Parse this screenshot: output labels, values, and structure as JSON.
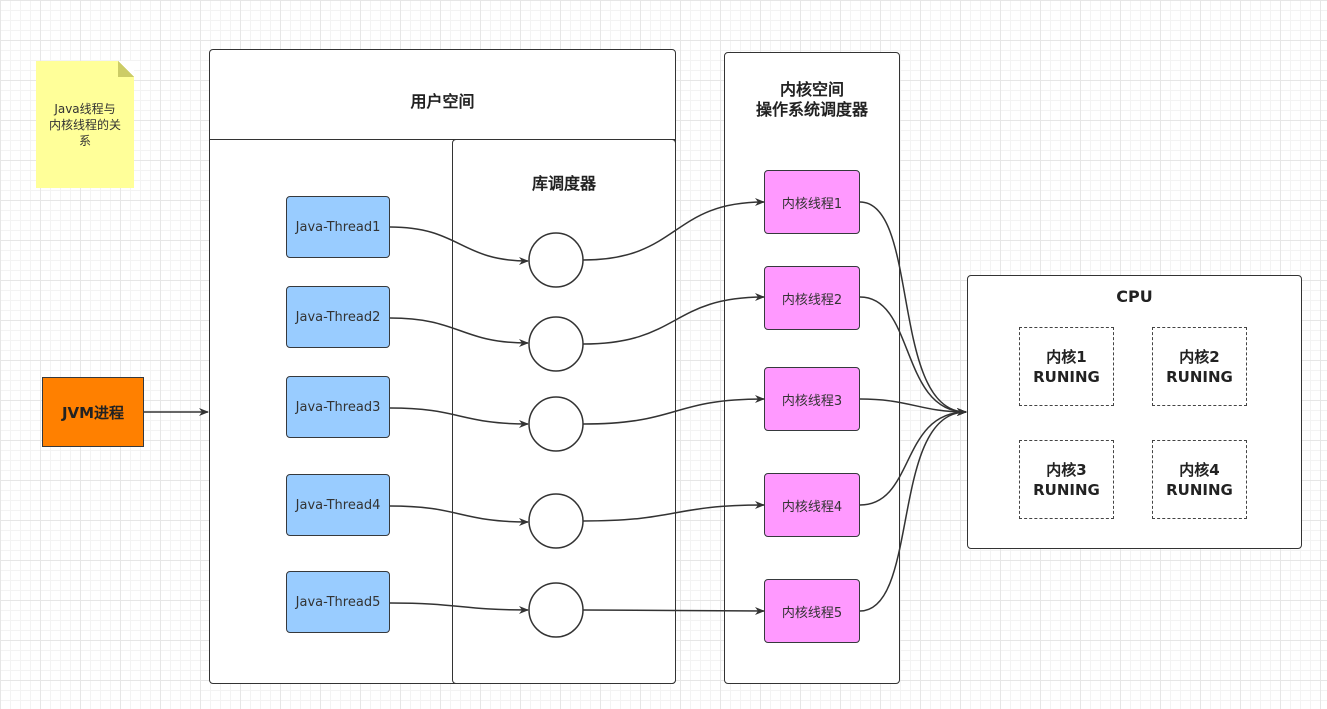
{
  "note": {
    "line1": "Java线程与",
    "line2": "内核线程的关",
    "line3": "系"
  },
  "jvm": {
    "label": "JVM进程"
  },
  "user_space": {
    "title": "用户空间",
    "scheduler_title": "库调度器"
  },
  "kernel_space": {
    "title_line1": "内核空间",
    "title_line2": "操作系统调度器"
  },
  "java_threads": [
    "Java-Thread1",
    "Java-Thread2",
    "Java-Thread3",
    "Java-Thread4",
    "Java-Thread5"
  ],
  "kernel_threads": [
    "内核线程1",
    "内核线程2",
    "内核线程3",
    "内核线程4",
    "内核线程5"
  ],
  "cpu": {
    "title": "CPU",
    "cores": [
      {
        "name": "内核1",
        "status": "RUNING"
      },
      {
        "name": "内核2",
        "status": "RUNING"
      },
      {
        "name": "内核3",
        "status": "RUNING"
      },
      {
        "name": "内核4",
        "status": "RUNING"
      }
    ]
  },
  "colors": {
    "java_thread": "#99ccff",
    "kernel_thread": "#ff99ff",
    "jvm": "#ff8000",
    "note": "#ffff99",
    "line": "#333333"
  }
}
